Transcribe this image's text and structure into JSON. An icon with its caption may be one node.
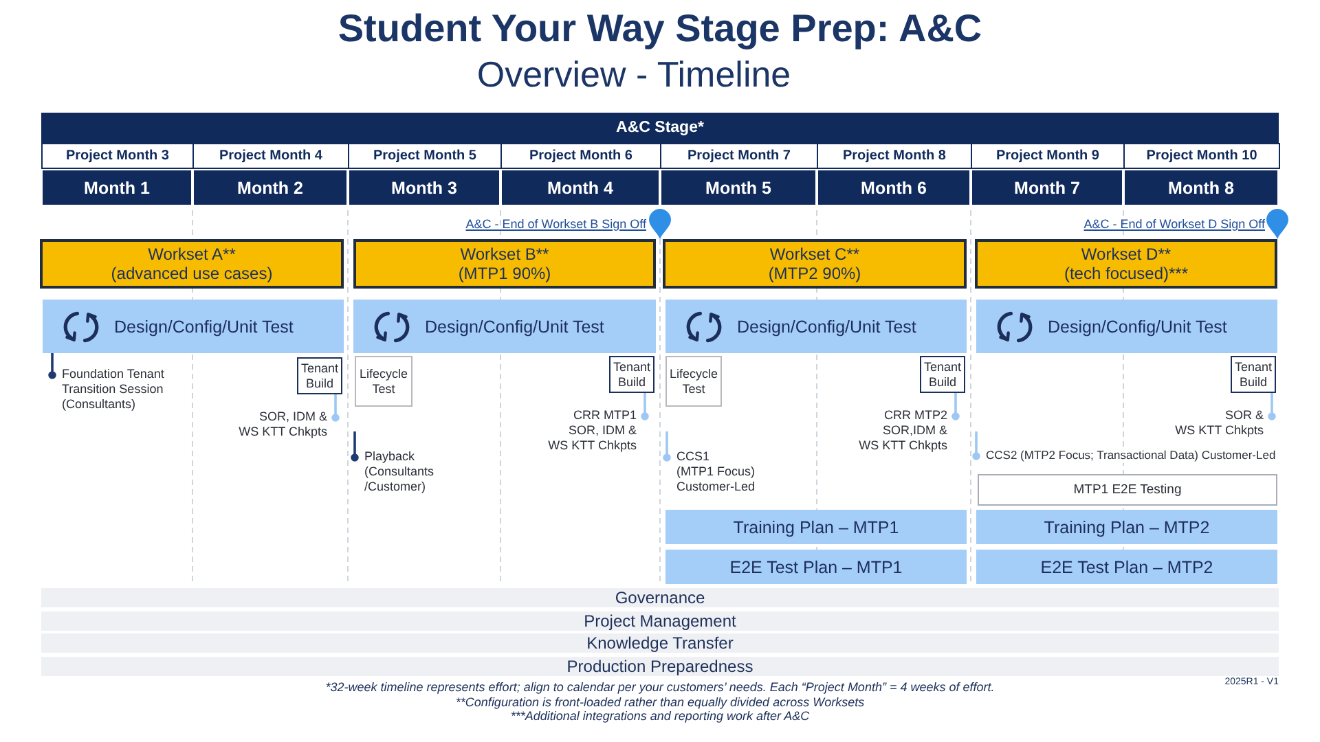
{
  "diagram": {
    "title": "Student Your Way Stage Prep: A&C",
    "nodes": [
      {
        "text": [
          "A&C Stage*"
        ]
      },
      {
        "text": [
          "Project Month 3"
        ]
      },
      {
        "text": [
          "Project Month 4"
        ]
      },
      {
        "text": [
          "Project Month 5"
        ]
      },
      {
        "text": [
          "Project Month 6"
        ]
      },
      {
        "text": [
          "Project Month 7"
        ]
      },
      {
        "text": [
          "Project Month 8"
        ]
      },
      {
        "text": [
          "Project Month 9"
        ]
      },
      {
        "text": [
          "Project Month 10"
        ]
      },
      {
        "text": [
          "Month 1"
        ]
      },
      {
        "text": [
          "Month 2"
        ]
      },
      {
        "text": [
          "Month 3"
        ]
      },
      {
        "text": [
          "Month 4"
        ]
      },
      {
        "text": [
          "Month 5"
        ]
      },
      {
        "text": [
          "Month 6"
        ]
      },
      {
        "text": [
          "Month 7"
        ]
      },
      {
        "text": [
          "Month 8"
        ]
      },
      {
        "text": [
          "Workset A**",
          "(advanced use cases)"
        ]
      },
      {
        "text": [
          "Workset B**",
          "(MTP1 90%)"
        ]
      },
      {
        "text": [
          "Workset C**",
          "(MTP2 90%)"
        ]
      },
      {
        "text": [
          "Workset D**",
          "(tech focused)***"
        ]
      },
      {
        "text": [
          "Design/Config/Unit Test"
        ]
      },
      {
        "text": [
          "Design/Config/Unit Test"
        ]
      },
      {
        "text": [
          "Design/Config/Unit Test"
        ]
      },
      {
        "text": [
          "Design/Config/Unit Test"
        ]
      },
      {
        "text": [
          "Foundation Tenant Transition Session (Consultants)"
        ]
      },
      {
        "text": [
          "Tenant Build"
        ]
      },
      {
        "text": [
          "Lifecycle Test"
        ]
      },
      {
        "text": [
          "Tenant Build"
        ]
      },
      {
        "text": [
          "Lifecycle Test"
        ]
      },
      {
        "text": [
          "Tenant Build"
        ]
      },
      {
        "text": [
          "Tenant Build"
        ]
      },
      {
        "text": [
          "SOR, IDM & WS KTT Chkpts"
        ]
      },
      {
        "text": [
          "CRR MTP1 SOR, IDM & WS KTT Chkpts"
        ]
      },
      {
        "text": [
          "CRR MTP2 SOR,IDM & WS KTT Chkpts"
        ]
      },
      {
        "text": [
          "SOR & WS KTT Chkpts"
        ]
      },
      {
        "text": [
          "Playback (Consultants /Customer)"
        ]
      },
      {
        "text": [
          "CCS1 (MTP1 Focus) Customer-Led"
        ]
      },
      {
        "text": [
          "CCS2 (MTP2 Focus; Transactional Data) Customer-Led"
        ]
      },
      {
        "text": [
          "MTP1 E2E Testing"
        ]
      },
      {
        "text": [
          "Training Plan – MTP1"
        ]
      },
      {
        "text": [
          "Training Plan – MTP2"
        ]
      },
      {
        "text": [
          "E2E Test Plan – MTP1"
        ]
      },
      {
        "text": [
          "E2E Test Plan – MTP2"
        ]
      },
      {
        "text": [
          "Governance"
        ]
      },
      {
        "text": [
          "Project Management"
        ]
      },
      {
        "text": [
          "Knowledge Transfer"
        ]
      },
      {
        "text": [
          "Production Preparedness"
        ]
      }
    ],
    "edges": [
      {
        "from": 25,
        "to": 21,
        "arrow": "other",
        "color": "#1f3a70"
      },
      {
        "from": 32,
        "to": 26,
        "arrow": "other"
      },
      {
        "from": 33,
        "to": 28,
        "arrow": "other"
      },
      {
        "from": 34,
        "to": 30,
        "arrow": "other"
      },
      {
        "from": 35,
        "to": 31,
        "arrow": "other"
      },
      {
        "from": 36,
        "to": null,
        "arrow": "other",
        "color": "#1f3a70"
      },
      {
        "from": 37,
        "to": null,
        "arrow": "other"
      },
      {
        "from": 38,
        "to": null,
        "arrow": "other"
      }
    ],
    "labels": [
      "Overview - Timeline",
      "A&C - End of Workset B Sign Off",
      "A&C - End of Workset D Sign Off",
      "*32-week timeline represents effort; align to calendar per your customers’ needs. Each “Project Month” = 4 weeks of effort.",
      "**Configuration is front-loaded rather than equally divided across Worksets",
      "***Additional integrations and reporting work after A&C",
      "2025R1 - V1"
    ]
  }
}
